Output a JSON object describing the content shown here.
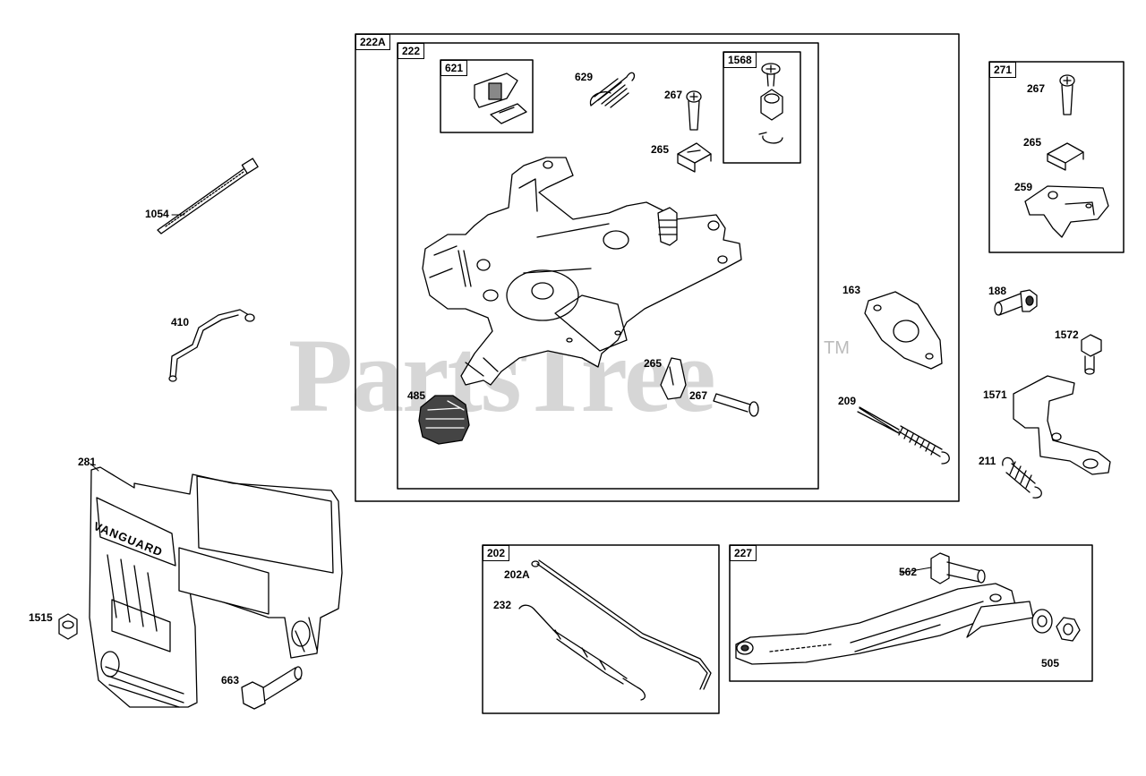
{
  "watermark": {
    "text": "PartsTree",
    "trademark": "TM"
  },
  "brand_text": "VANGUARD",
  "groups": {
    "g222A": "222A",
    "g222": "222",
    "g621": "621",
    "g1568": "1568",
    "g271": "271",
    "g202": "202",
    "g227": "227"
  },
  "parts": {
    "p1054": "1054",
    "p410": "410",
    "p281": "281",
    "p1515": "1515",
    "p663": "663",
    "p629": "629",
    "p267a": "267",
    "p265a": "265",
    "p485": "485",
    "p265b": "265",
    "p267b": "267",
    "p163": "163",
    "p209": "209",
    "p267c": "267",
    "p265c": "265",
    "p259": "259",
    "p188": "188",
    "p1572": "1572",
    "p1571": "1571",
    "p211": "211",
    "p202A": "202A",
    "p232": "232",
    "p562": "562",
    "p505": "505"
  }
}
